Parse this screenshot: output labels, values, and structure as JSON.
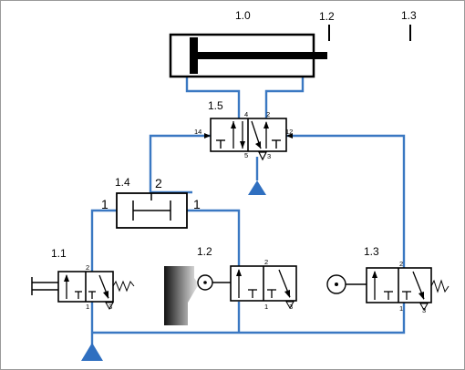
{
  "colors": {
    "line": "#3a78c2",
    "ink": "#000000",
    "tank": "#2f6fc0",
    "bg": "#ffffff",
    "border": "#9a9a9a"
  },
  "labels": {
    "cylinder": "1.0",
    "sensor_top": "1.2",
    "sensor_top_right": "1.3",
    "main_valve": "1.5",
    "shuttle_valve": "1.4",
    "shuttle_port_left": "1",
    "shuttle_port_center": "2",
    "shuttle_port_right": "1",
    "valve_1_1": "1.1",
    "valve_1_2": "1.2",
    "valve_1_3": "1.3"
  },
  "main_valve_ports": {
    "p14": "14",
    "p12": "12",
    "p4": "4",
    "p2": "2",
    "p5": "5",
    "p3": "3"
  },
  "small_valve_ports": {
    "p2": "2",
    "p1": "1",
    "p3": "3"
  },
  "icons": {
    "cylinder": "double-acting-cylinder-icon",
    "supply": "pressure-source-triangle-icon",
    "roller": "roller-lever-icon",
    "pushbutton": "push-button-icon",
    "spring": "return-spring-icon",
    "cam": "cam-actuator-icon"
  }
}
